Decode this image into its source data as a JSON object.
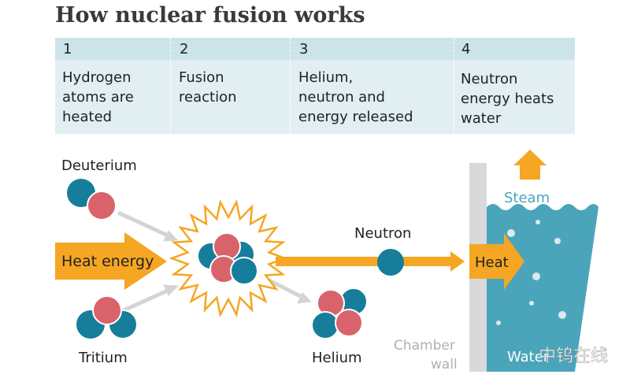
{
  "title": "How nuclear fusion works",
  "steps": [
    {
      "num": "1",
      "text": "Hydrogen\natoms are\nheated"
    },
    {
      "num": "2",
      "text": "Fusion\nreaction"
    },
    {
      "num": "3",
      "text": "Helium,\nneutron and\nenergy released"
    },
    {
      "num": "4",
      "text": "Neutron\nenergy heats\nwater"
    }
  ],
  "labels": {
    "deuterium": "Deuterium",
    "tritium": "Tritium",
    "heat_energy": "Heat energy",
    "neutron": "Neutron",
    "helium": "Helium",
    "heat": "Heat",
    "steam": "Steam",
    "chamber_wall_1": "Chamber",
    "chamber_wall_2": "wall",
    "water": "Water"
  },
  "watermark": "中钨在线",
  "colors": {
    "proton": "#d9636b",
    "neutron": "#167e9b",
    "energy": "#f5a623",
    "water": "#4aa5bb",
    "wall": "#d9d9d9",
    "table": "#e1eff3"
  }
}
